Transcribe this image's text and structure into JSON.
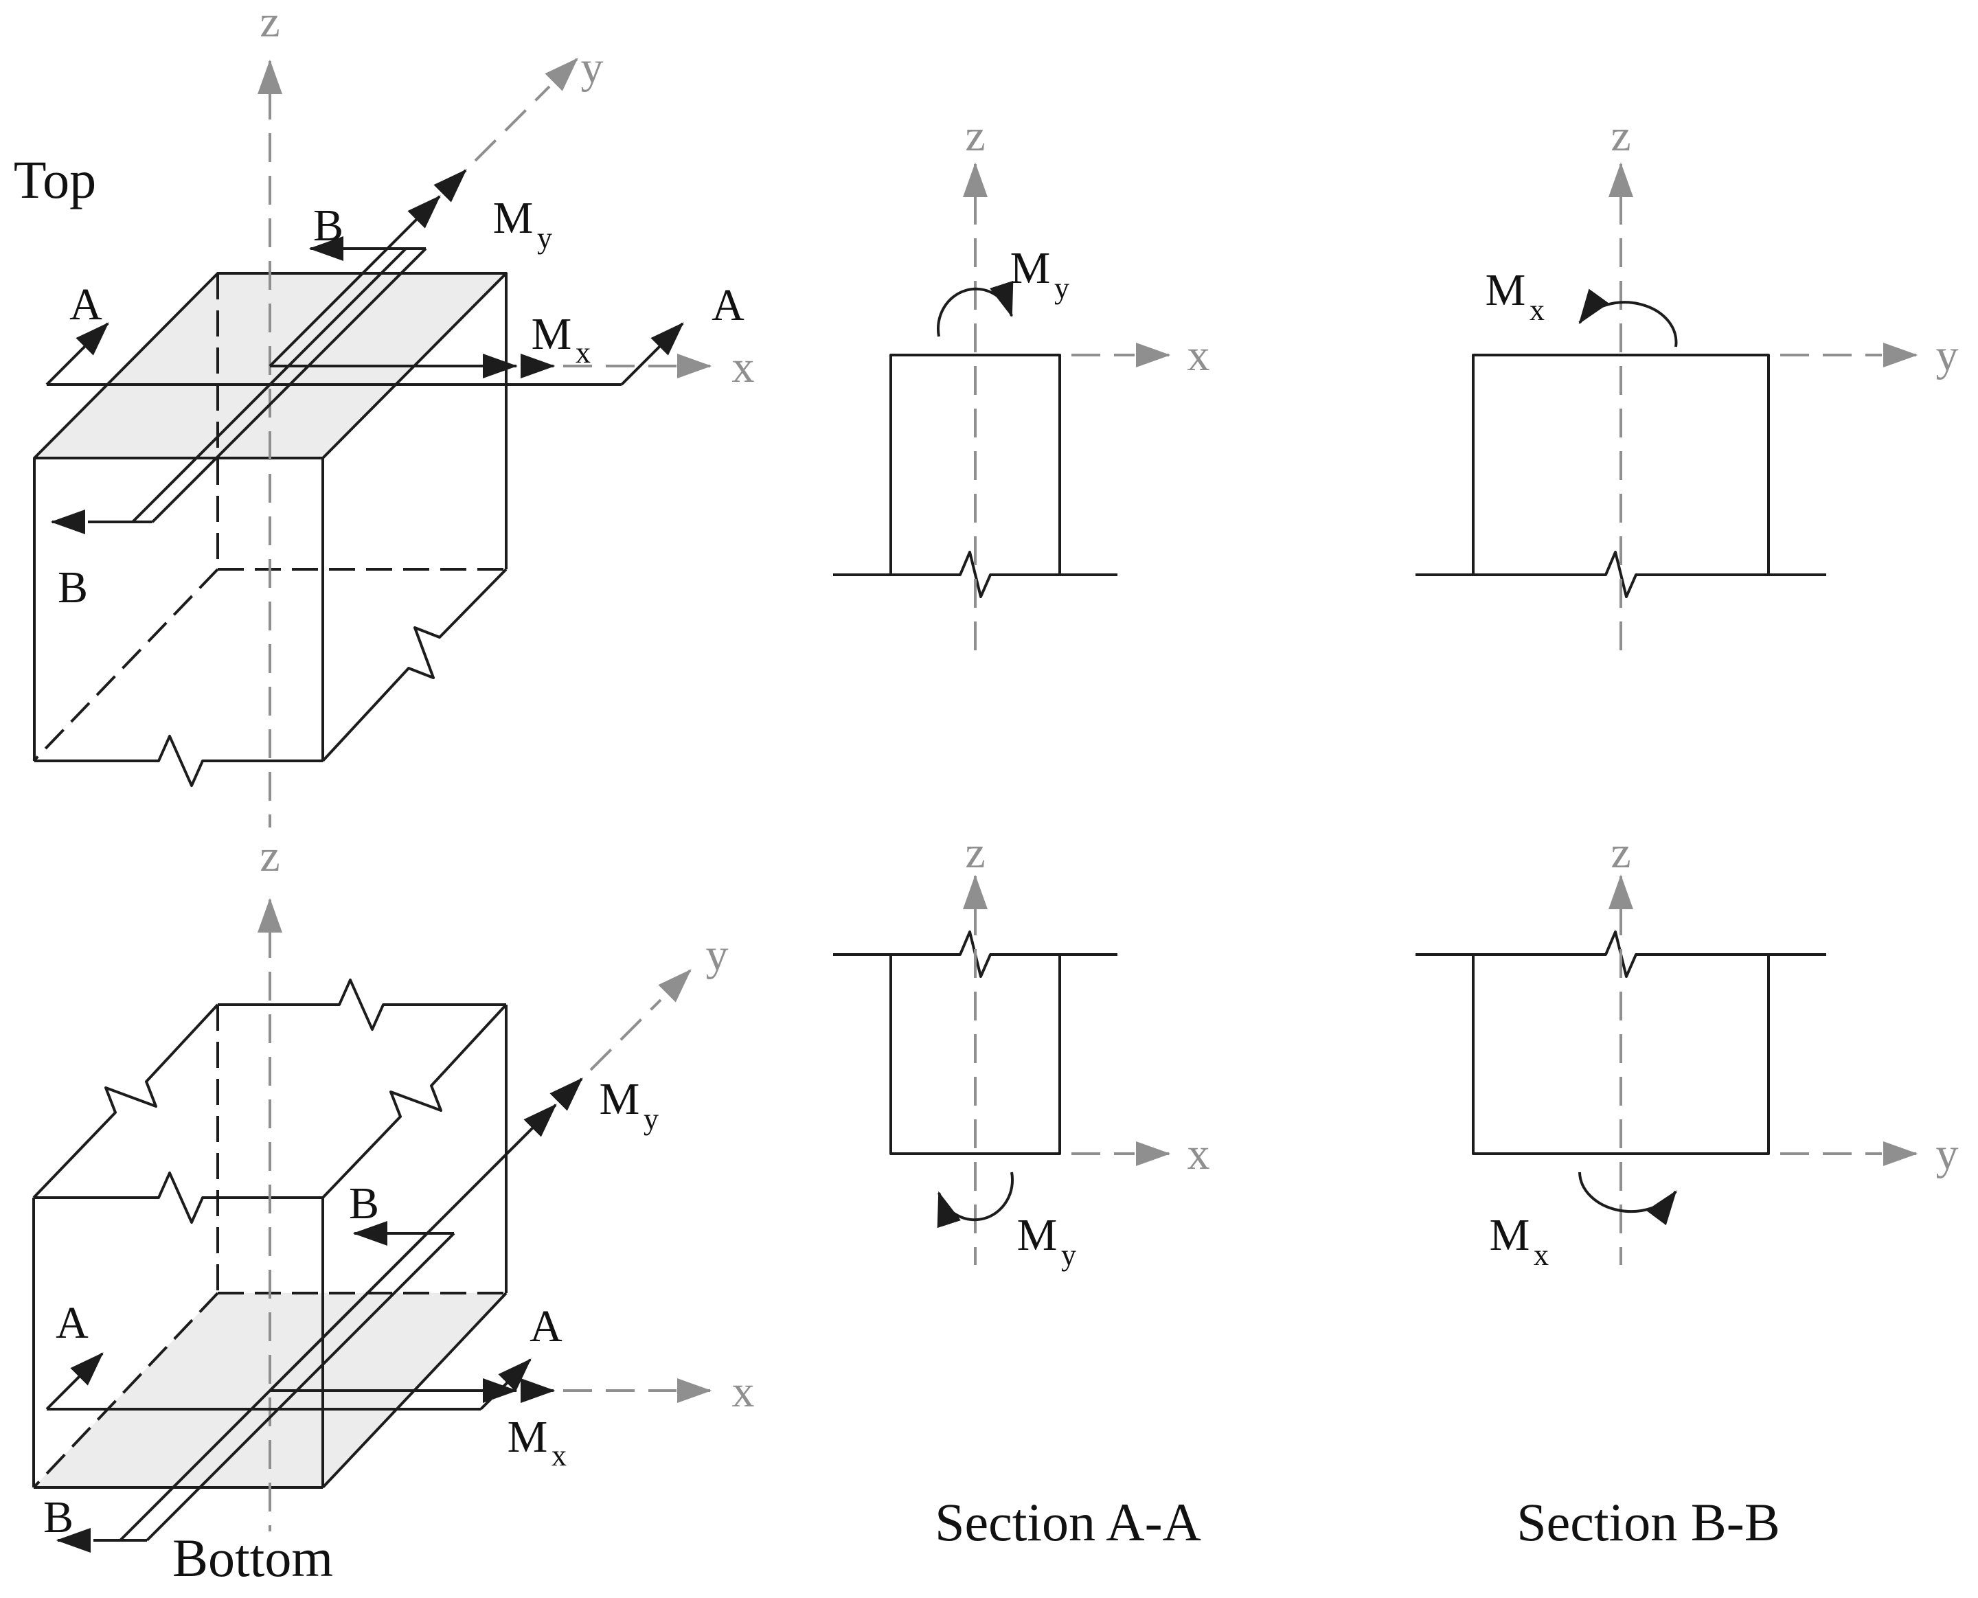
{
  "captions": {
    "top": "Top",
    "bottom": "Bottom",
    "section_aa": "Section A-A",
    "section_bb": "Section B-B"
  },
  "axes": {
    "x": "x",
    "y": "y",
    "z": "z"
  },
  "marks": {
    "a": "A",
    "b": "B"
  },
  "moment": {
    "symbol": "M",
    "sub_x": "x",
    "sub_y": "y"
  },
  "colors": {
    "line": "#1c1c1c",
    "axis_gray": "#8f8f8f",
    "section_face_fill": "#ececec",
    "text": "#111111"
  }
}
